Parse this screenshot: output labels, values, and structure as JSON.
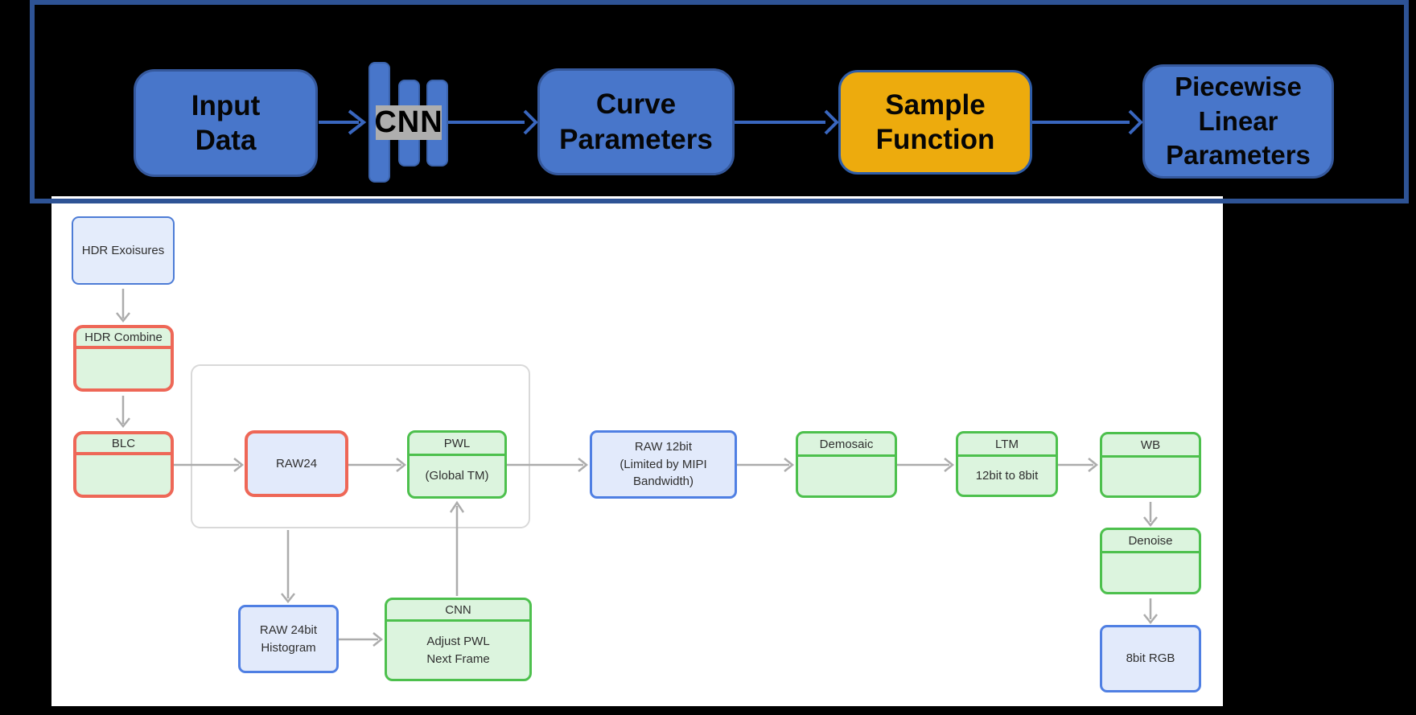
{
  "slide": {
    "background": "#000000",
    "frame_border_color": "#2E5395"
  },
  "overview": {
    "colors": {
      "box_blue_fill": "#4876CA",
      "box_blue_border": "#35589C",
      "box_gold_fill": "#EDAB0D",
      "cnn_label_bg": "#AEAEAE",
      "arrow_blue": "#3966BE"
    },
    "nodes": {
      "input": {
        "label": "Input\nData"
      },
      "cnn": {
        "label": "CNN"
      },
      "curve": {
        "label": "Curve\nParameters"
      },
      "sample": {
        "label": "Sample\nFunction"
      },
      "piecewise": {
        "label": "Piecewise\nLinear\nParameters"
      }
    }
  },
  "flow": {
    "colors": {
      "panel_bg": "#FFFFFF",
      "arrow_gray": "#ACACAC",
      "container_border": "#D9D9D9",
      "green_border": "#4DC04D",
      "green_fill": "#DCF4DE",
      "red_border": "#EE6757",
      "blue_border": "#4F7FE3",
      "blue_fill": "#E2EAFB"
    },
    "nodes": {
      "hdr_exposures": {
        "label": "HDR Exoisures"
      },
      "hdr_combine": {
        "header": "HDR Combine",
        "body": ""
      },
      "blc": {
        "header": "BLC",
        "body": ""
      },
      "raw24": {
        "label": "RAW24"
      },
      "pwl": {
        "header": "PWL",
        "body": "(Global TM)"
      },
      "raw12": {
        "label": "RAW 12bit\n(Limited by MIPI\nBandwidth)"
      },
      "demosaic": {
        "header": "Demosaic",
        "body": ""
      },
      "ltm": {
        "header": "LTM",
        "body": "12bit to 8bit"
      },
      "wb": {
        "header": "WB",
        "body": ""
      },
      "denoise": {
        "header": "Denoise",
        "body": ""
      },
      "rgb8": {
        "label": "8bit RGB"
      },
      "histogram": {
        "label": "RAW 24bit\nHistogram"
      },
      "cnn_adjust": {
        "header": "CNN",
        "body": "Adjust PWL\nNext Frame"
      }
    }
  }
}
